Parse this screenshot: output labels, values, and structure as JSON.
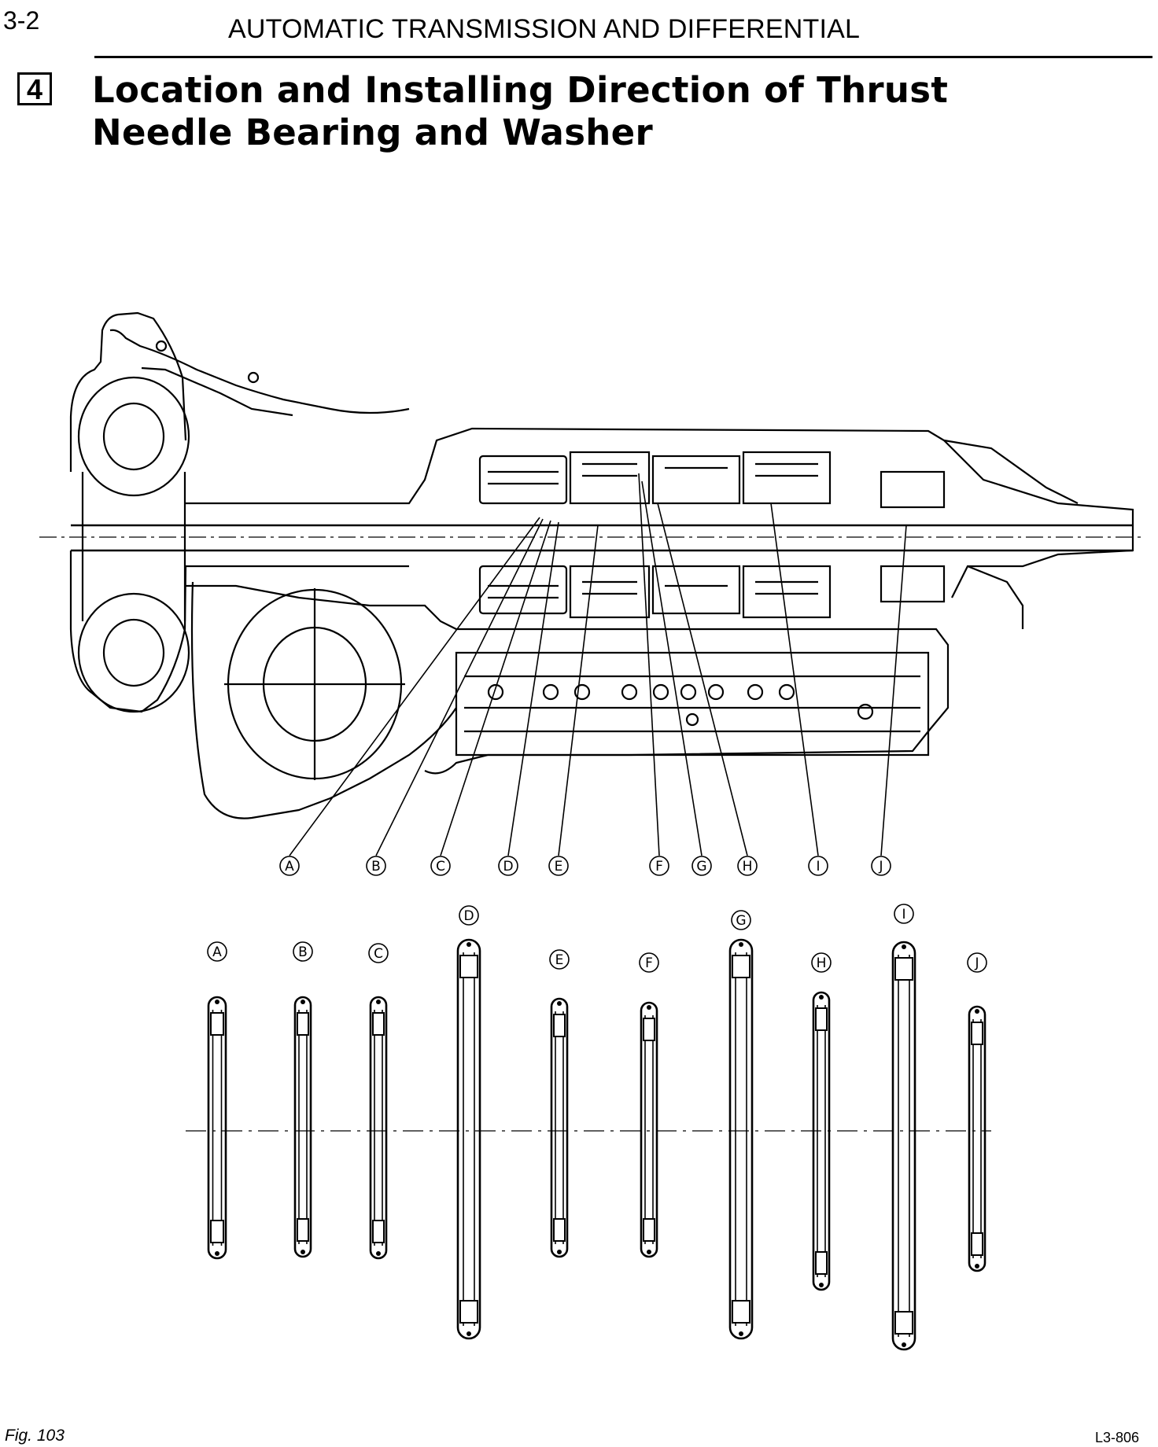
{
  "header": {
    "page_number": "3-2",
    "chapter_title": "AUTOMATIC TRANSMISSION AND DIFFERENTIAL"
  },
  "section": {
    "number": "4",
    "title": "Location and Installing Direction of Thrust Needle Bearing and Washer"
  },
  "callout_labels": [
    "A",
    "B",
    "C",
    "D",
    "E",
    "F",
    "G",
    "H",
    "I",
    "J"
  ],
  "parts": [
    {
      "label": "A"
    },
    {
      "label": "B"
    },
    {
      "label": "C"
    },
    {
      "label": "D"
    },
    {
      "label": "E"
    },
    {
      "label": "F"
    },
    {
      "label": "G"
    },
    {
      "label": "H"
    },
    {
      "label": "I"
    },
    {
      "label": "J"
    }
  ],
  "caption": {
    "figure": "Fig. 103",
    "code": "L3-806"
  }
}
